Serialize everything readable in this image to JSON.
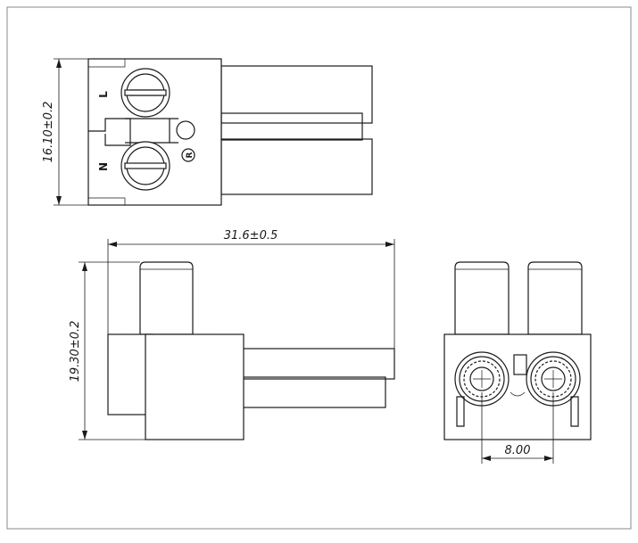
{
  "dimensions": {
    "top_height": "16.10±0.2",
    "side_width": "31.6±0.5",
    "side_height": "19.30±0.2",
    "pin_pitch": "8.00"
  },
  "markings": {
    "positive": "L",
    "negative": "N",
    "registered": "R"
  },
  "colors": {
    "line": "#1a1a1a",
    "background": "#ffffff",
    "frame": "#888888"
  }
}
